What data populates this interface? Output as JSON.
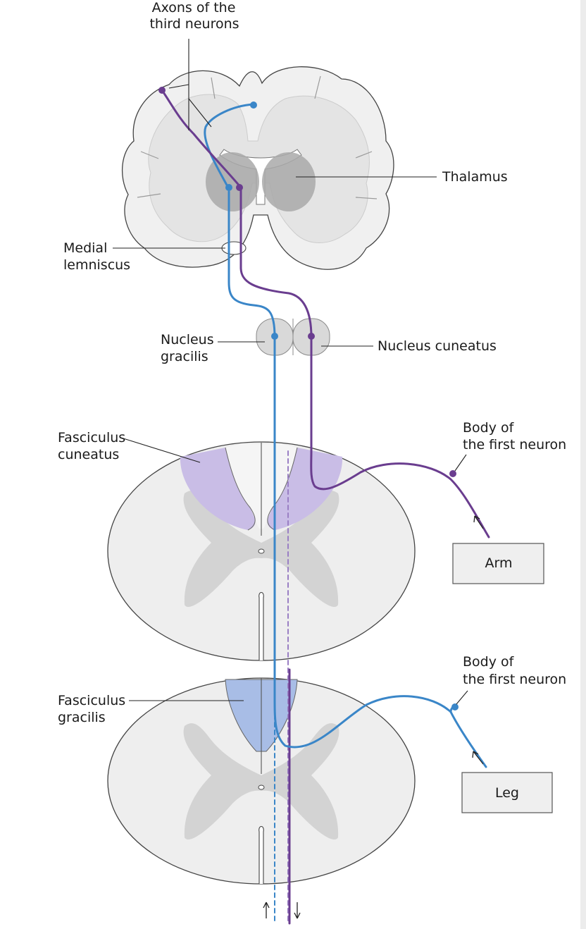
{
  "labels": {
    "axons_line1": "Axons of the",
    "axons_line2": "third neurons",
    "thalamus": "Thalamus",
    "medial_line1": "Medial",
    "medial_line2": "lemniscus",
    "gracilis_line1": "Nucleus",
    "gracilis_line2": "gracilis",
    "cuneatus": "Nucleus cuneatus",
    "fasc_cun_line1": "Fasciculus",
    "fasc_cun_line2": "cuneatus",
    "body1_line1": "Body of",
    "body1_line2": "the first neuron",
    "arm": "Arm",
    "body2_line1": "Body of",
    "body2_line2": "the first neuron",
    "fasc_gra_line1": "Fasciculus",
    "fasc_gra_line2": "gracilis",
    "leg": "Leg"
  },
  "colors": {
    "blue_pathway": "#3a86c8",
    "purple_pathway": "#6a3d8f",
    "cuneatus_fill": "#c9bde6",
    "gracilis_fill": "#a8bde6",
    "tissue": "#e9e9e9",
    "grey_matter": "#d2d2d2",
    "thalamus": "#a9a9a9"
  }
}
